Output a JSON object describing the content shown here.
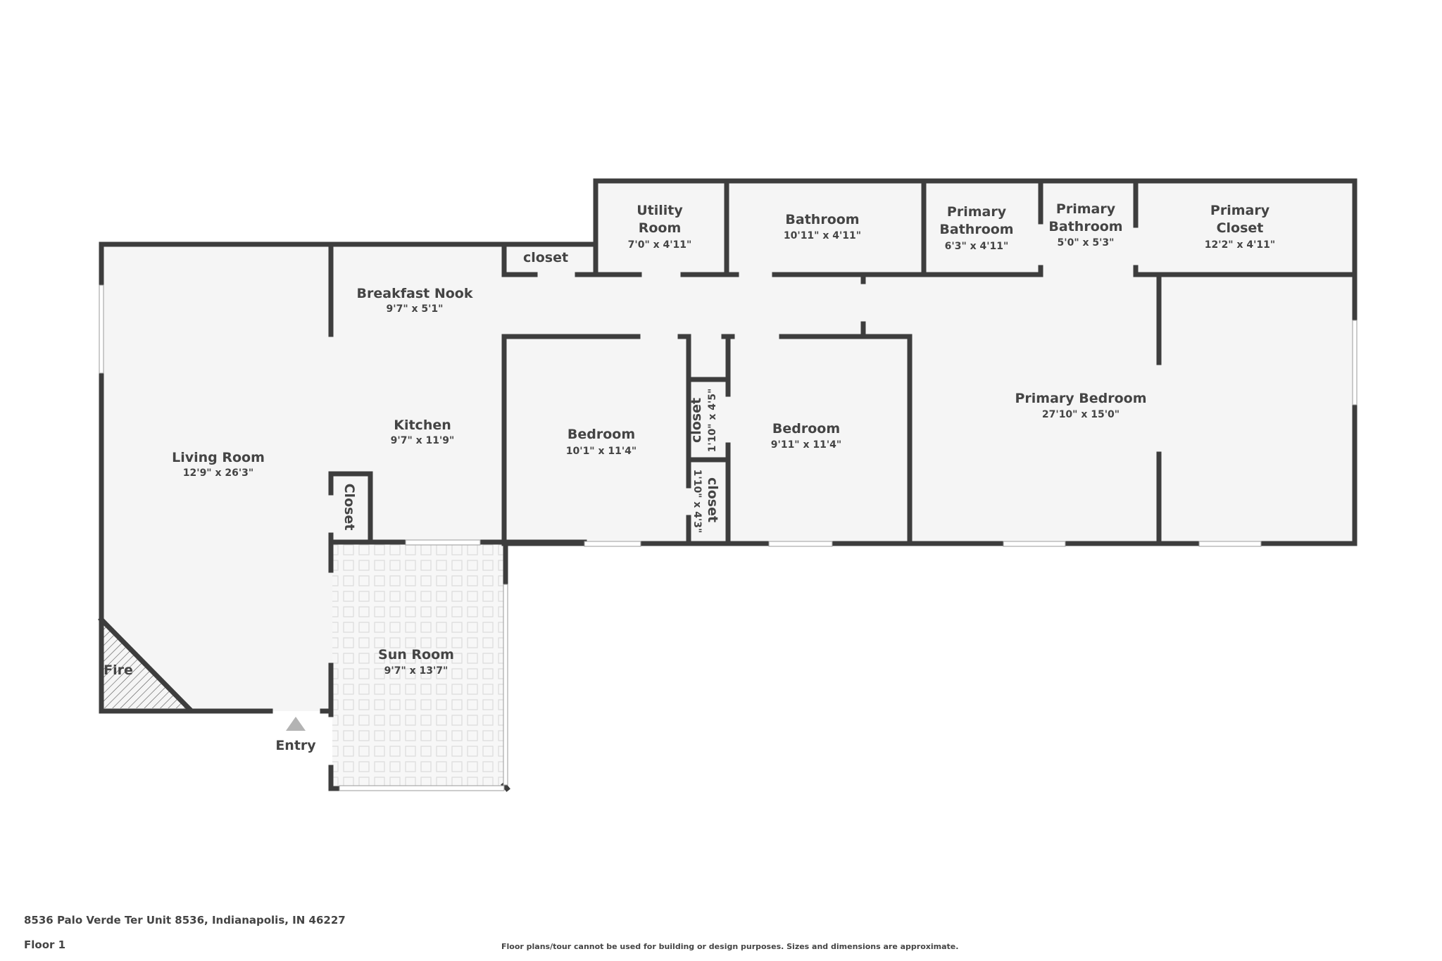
{
  "colors": {
    "wall": "#3d3d3d",
    "floor": "#f5f5f5",
    "text": "#444444",
    "entry_arrow": "#b3b3b3",
    "tile_line": "#dcdcdc"
  },
  "rooms": {
    "living_room": {
      "name": "Living Room",
      "dim": "12'9\" x 26'3\""
    },
    "breakfast_nook": {
      "name": "Breakfast Nook",
      "dim": "9'7\" x 5'1\""
    },
    "kitchen": {
      "name": "Kitchen",
      "dim": "9'7\" x 11'9\""
    },
    "closet_kitchen": {
      "name": "Closet"
    },
    "closet_top": {
      "name": "closet"
    },
    "utility_room": {
      "name_line1": "Utility",
      "name_line2": "Room",
      "dim": "7'0\" x 4'11\""
    },
    "bathroom": {
      "name": "Bathroom",
      "dim": "10'11\" x 4'11\""
    },
    "primary_bathroom_1": {
      "name_line1": "Primary",
      "name_line2": "Bathroom",
      "dim": "6'3\" x 4'11\""
    },
    "primary_bathroom_2": {
      "name_line1": "Primary",
      "name_line2": "Bathroom",
      "dim": "5'0\" x 5'3\""
    },
    "primary_closet": {
      "name_line1": "Primary",
      "name_line2": "Closet",
      "dim": "12'2\" x 4'11\""
    },
    "bedroom_1": {
      "name": "Bedroom",
      "dim": "10'1\" x 11'4\""
    },
    "closet_upper": {
      "name": "closet",
      "dim": "1'10\" x 4'5\""
    },
    "closet_lower": {
      "name": "closet",
      "dim": "1'10\" x 4'3\""
    },
    "bedroom_2": {
      "name": "Bedroom",
      "dim": "9'11\" x 11'4\""
    },
    "primary_bedroom": {
      "name": "Primary Bedroom",
      "dim": "27'10\" x 15'0\""
    },
    "sun_room": {
      "name": "Sun Room",
      "dim": "9'7\" x 13'7\""
    },
    "fireplace": {
      "name": "Fire"
    }
  },
  "entry": {
    "label": "Entry"
  },
  "footer": {
    "address": "8536 Palo Verde Ter Unit 8536, Indianapolis, IN 46227",
    "floor": "Floor 1",
    "disclaimer": "Floor plans/tour cannot be used for building or design purposes. Sizes and dimensions are approximate."
  }
}
